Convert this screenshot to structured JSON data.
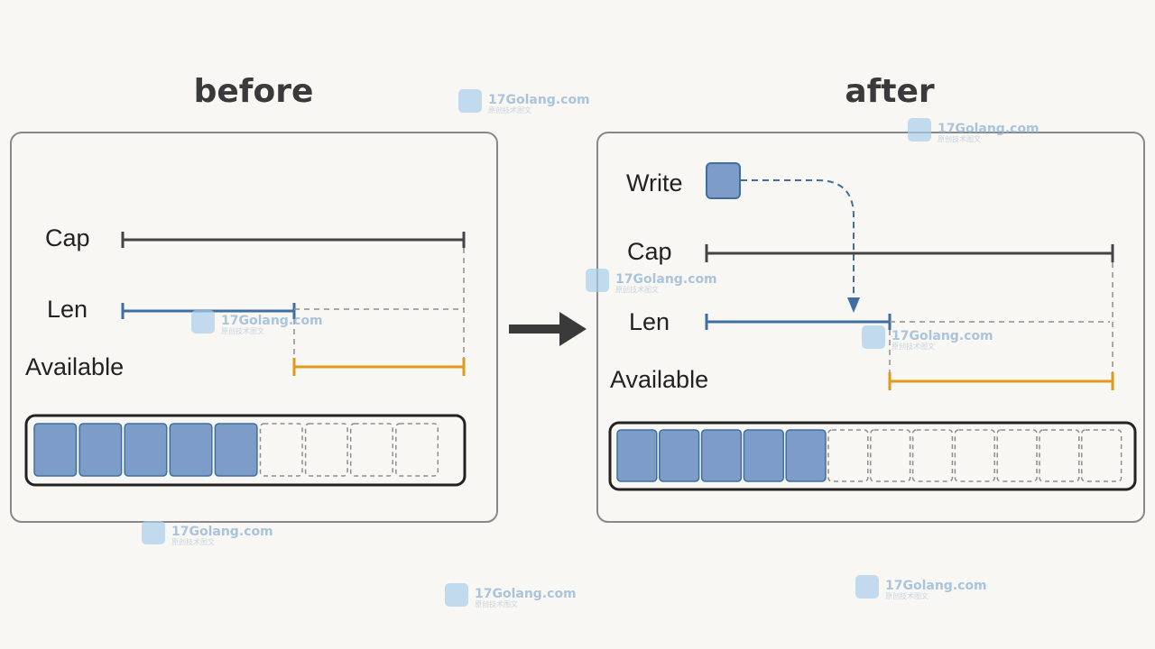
{
  "before": {
    "title": "before",
    "labels": {
      "cap": "Cap",
      "len": "Len",
      "available": "Available"
    },
    "buffer": {
      "filled": 5,
      "empty": 4
    }
  },
  "after": {
    "title": "after",
    "labels": {
      "write": "Write",
      "cap": "Cap",
      "len": "Len",
      "available": "Available"
    },
    "buffer": {
      "filled": 5,
      "empty": 7
    }
  },
  "watermark": {
    "text": "17Golang.com",
    "subtext": "原创技术图文",
    "icon": "logo-icon"
  },
  "colors": {
    "cap": "#444444",
    "len": "#3f6ea3",
    "available": "#e09a1c",
    "slot_fill": "#7d9cc8",
    "slot_stroke": "#3f6ea3",
    "dashed": "#8e8e8e",
    "arrow": "#3a3a3a"
  }
}
